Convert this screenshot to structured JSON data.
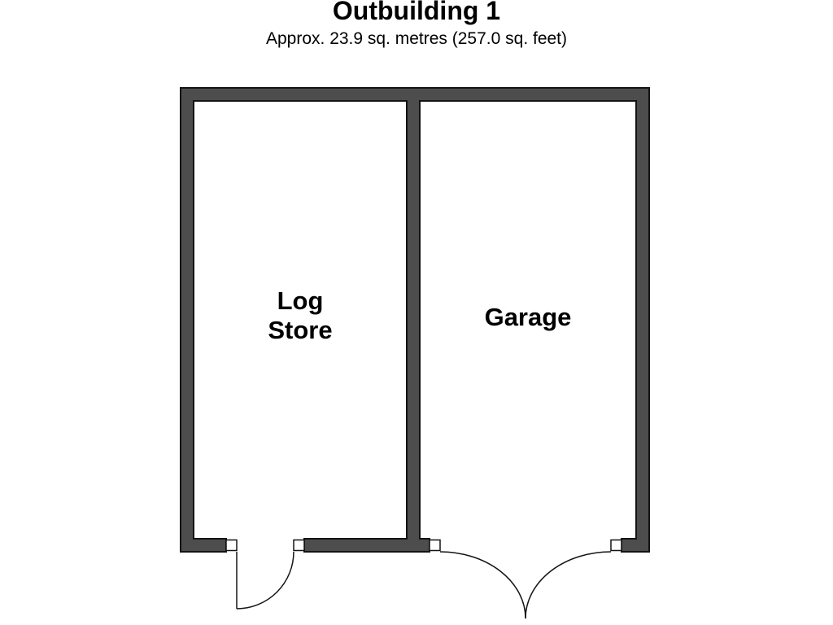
{
  "page": {
    "title": "Outbuilding 1",
    "subtitle": "Approx. 23.9 sq. metres (257.0 sq. feet)"
  },
  "rooms": {
    "log_store": {
      "line1": "Log",
      "line2": "Store"
    },
    "garage": {
      "label": "Garage"
    }
  },
  "colors": {
    "wall": "#4d4d4d",
    "wall_outline": "#141414",
    "floor": "#ffffff",
    "text": "#000000"
  }
}
